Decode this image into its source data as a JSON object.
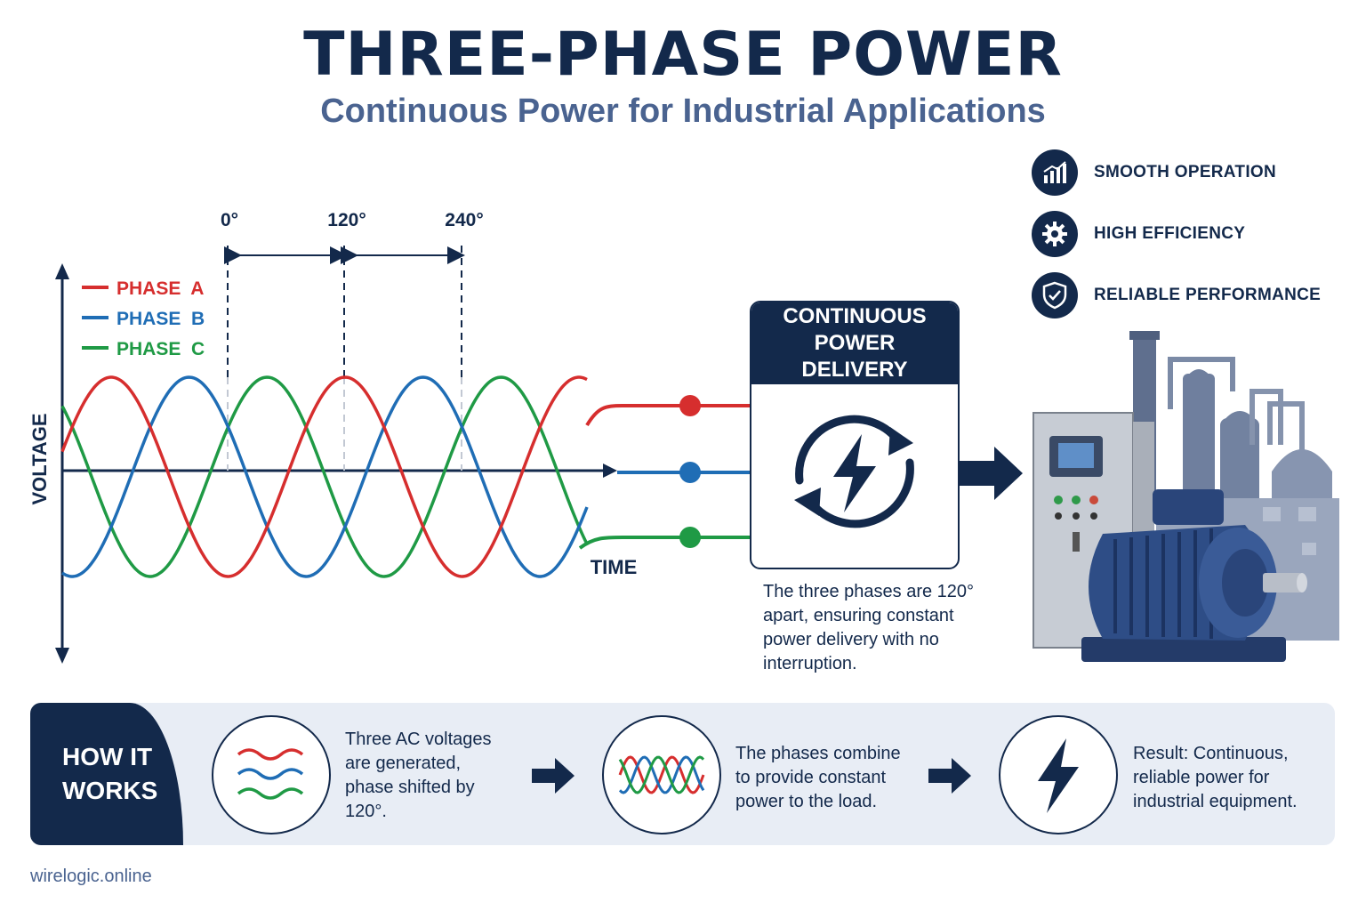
{
  "header": {
    "title": "THREE-PHASE POWER",
    "subtitle": "Continuous Power for Industrial Applications"
  },
  "waveform": {
    "y_axis_label": "VOLTAGE",
    "x_axis_label": "TIME",
    "angle_markers": [
      "0°",
      "120°",
      "240°"
    ],
    "phase_shift_degrees": 120,
    "legend": [
      {
        "label": "PHASE  A",
        "color": "#d62e2e"
      },
      {
        "label": "PHASE  B",
        "color": "#1f6db5"
      },
      {
        "label": "PHASE  C",
        "color": "#1f9a45"
      }
    ]
  },
  "features": [
    {
      "label": "SMOOTH OPERATION",
      "icon": "bar-chart-icon"
    },
    {
      "label": "HIGH EFFICIENCY",
      "icon": "gear-icon"
    },
    {
      "label": "RELIABLE PERFORMANCE",
      "icon": "shield-check-icon"
    }
  ],
  "delivery_box": {
    "heading": "CONTINUOUS POWER DELIVERY",
    "icon": "cycle-lightning-icon",
    "description": "The three phases are 120° apart, ensuring constant power delivery with no interruption."
  },
  "how_it_works": {
    "badge": "HOW IT WORKS",
    "steps": [
      {
        "icon": "three-waves-icon",
        "text": "Three AC voltages are generated, phase shifted by 120°."
      },
      {
        "icon": "combined-sine-icon",
        "text": "The phases combine to provide constant power to the load."
      },
      {
        "icon": "lightning-icon",
        "text": "Result: Continuous, reliable power for industrial equipment."
      }
    ]
  },
  "colors": {
    "navy": "#13294b",
    "phase_a": "#d62e2e",
    "phase_b": "#1f6db5",
    "phase_c": "#1f9a45",
    "panel_bg": "#e8edf5"
  },
  "footer": {
    "site": "wirelogic.online"
  }
}
